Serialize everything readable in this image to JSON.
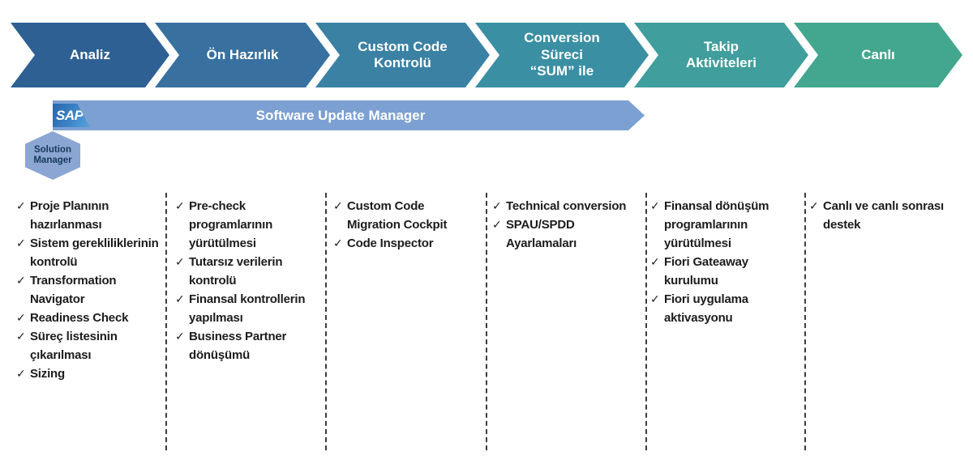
{
  "glyphs": {
    "check": "✓"
  },
  "colors": {
    "background": "#ffffff",
    "divider": "#3c3c3c",
    "item_text": "#1c1c1c",
    "chevron_text": "#ffffff",
    "sum_bar": "#7ca0d2",
    "solution_hexagon": "#8ba6d3",
    "solution_text": "#17395a"
  },
  "phases": [
    {
      "label": "Analiz",
      "color": "#2e6094",
      "items": [
        "Proje Planının\nhazırlanması",
        "Sistem gerekliliklerinin\nkontrolü",
        "Transformation\nNavigator",
        "Readiness Check",
        "Süreç listesinin\nçıkarılması",
        "Sizing"
      ]
    },
    {
      "label": "Ön Hazırlık",
      "color": "#38719f",
      "items": [
        "Pre-check\nprogramlarının\nyürütülmesi",
        "Tutarsız verilerin\nkontrolü",
        "Finansal kontrollerin\nyapılması",
        "Business Partner\ndönüşümü"
      ]
    },
    {
      "label": "Custom Code\nKontrolü",
      "color": "#3a81a4",
      "items": [
        "Custom Code\nMigration Cockpit",
        "Code Inspector"
      ]
    },
    {
      "label": "Conversion\nSüreci\n“SUM” ile",
      "color": "#3a8fa3",
      "items": [
        "Technical conversion",
        "SPAU/SPDD\nAyarlamaları"
      ]
    },
    {
      "label": "Takip\nAktiviteleri",
      "color": "#409e9d",
      "items": [
        "Finansal dönüşüm\nprogramlarının\nyürütülmesi",
        "Fiori Gateaway\nkurulumu",
        "Fiori uygulama\naktivasyonu"
      ]
    },
    {
      "label": "Canlı",
      "color": "#43a78f",
      "items": [
        "Canlı ve canlı sonrası\ndestek"
      ]
    }
  ],
  "sum_bar": {
    "label": "Software Update Manager",
    "color": "#7ca0d2"
  },
  "sap_logo": {
    "text": "SAP",
    "background": "linear-gradient(115deg, #2a66ae 0%, #3e85c6 55%, #58a4de 100%)"
  },
  "solution_manager": {
    "label": "Solution\nManager",
    "color": "#8ba6d3"
  }
}
